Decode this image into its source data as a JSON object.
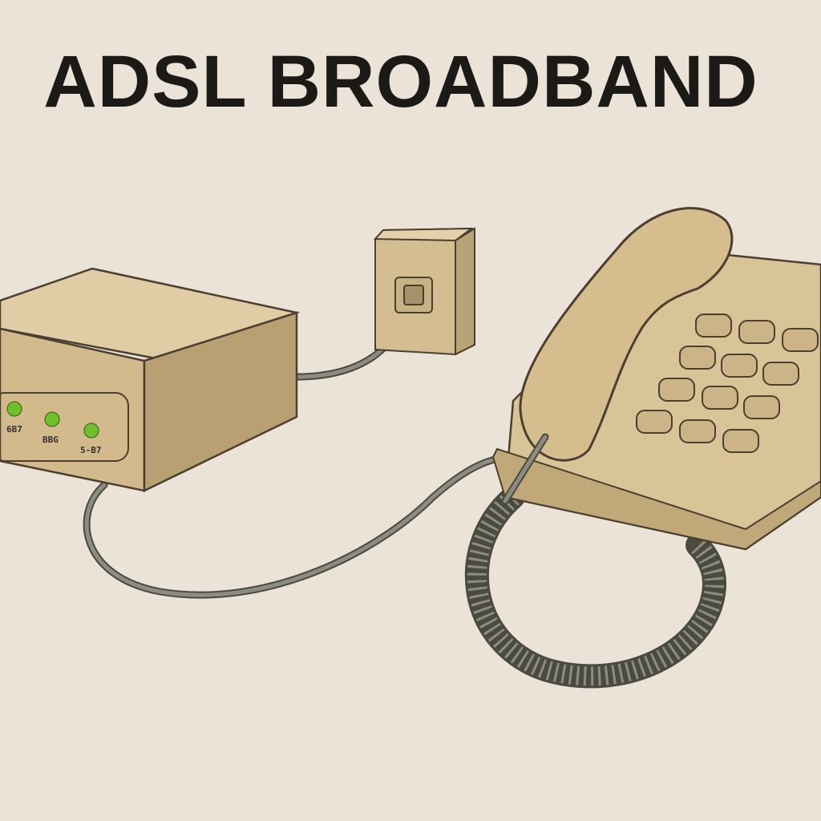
{
  "title": "ADSL BROADBAND",
  "modem": {
    "led_labels": [
      "6B7",
      "BBG",
      "5-B7"
    ],
    "led_color": "#6fbf2a"
  },
  "colors": {
    "background": "#ebe3d7",
    "device_beige": "#d8c39a",
    "cable_gray": "#7a7a6e",
    "outline": "#4a3f30"
  }
}
